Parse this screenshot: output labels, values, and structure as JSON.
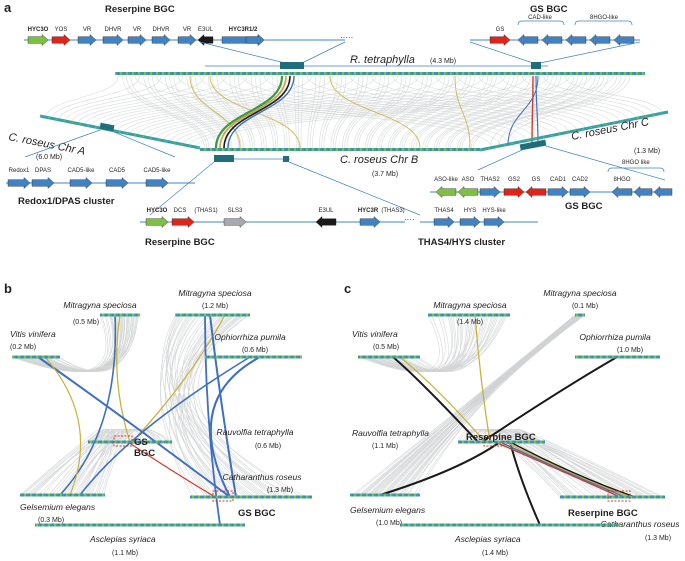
{
  "panels": [
    "a",
    "b",
    "c"
  ],
  "colors": {
    "blue_gene": "#3f83c4",
    "green_gene": "#7cc142",
    "red_gene": "#e2231a",
    "black_gene": "#1a1a1a",
    "grey_gene": "#a8a9ad",
    "chromosome": "#37a0a6",
    "bgc_block": "#1f6f7a",
    "synteny_grey": "#d0d2d3",
    "synteny_yellow": "#c8b23a",
    "synteny_blue": "#3f6fc0",
    "synteny_red": "#d23b2e"
  },
  "panel_a": {
    "top_bgc": {
      "title": "Reserpine BGC",
      "genes": [
        {
          "label": "HYC3O",
          "bold": true,
          "color": "green",
          "dir": "right"
        },
        {
          "label": "YOS",
          "bold": false,
          "color": "red",
          "dir": "right"
        },
        {
          "label": "VR",
          "bold": false,
          "color": "blue",
          "dir": "right"
        },
        {
          "label": "DHVR",
          "bold": false,
          "color": "blue",
          "dir": "right"
        },
        {
          "label": "VR",
          "bold": false,
          "color": "blue",
          "dir": "right"
        },
        {
          "label": "DHVR",
          "bold": false,
          "color": "blue",
          "dir": "right"
        },
        {
          "label": "VR",
          "bold": false,
          "color": "blue",
          "dir": "right"
        },
        {
          "label": "E3UL",
          "bold": false,
          "color": "black",
          "dir": "left"
        },
        {
          "label": "HYC3R1/2",
          "bold": true,
          "color": "blue",
          "dir": "right"
        }
      ]
    },
    "gs_bgc_top": {
      "title": "GS BGC",
      "genes": [
        "GS",
        "CAD-like",
        "8HGO-like"
      ]
    },
    "rt_label": "R. tetraphylla",
    "rt_size": "(4.3 Mb)",
    "chrA_label": "C. roseus Chr A",
    "chrA_size": "(6.0 Mb)",
    "chrB_label": "C. roseus Chr B",
    "chrB_size": "(3.7 Mb)",
    "chrC_label": "C. roseus Chr C",
    "chrC_size": "(1.3 Mb)",
    "redox_cluster": {
      "title": "Redox1/DPAS cluster",
      "genes": [
        "Redox1",
        "DPAS",
        "CAD5-like",
        "CAD5",
        "CAD5-like"
      ]
    },
    "gs_bgc_right": {
      "title": "GS BGC",
      "genes": [
        "ASO-like",
        "ASO",
        "THAS2",
        "GS2",
        "GS",
        "CAD1",
        "CAD2",
        "8HGO"
      ],
      "bracket_label": "8HGO like"
    },
    "bottom_bgc": {
      "title": "Reserpine BGC",
      "genes": [
        "HYC3O",
        "DCS",
        "(THAS1)",
        "SLS3",
        "E3UL",
        "HYC3R",
        "(THAS3)"
      ]
    },
    "thas_cluster": {
      "title": "THAS4/HYS cluster",
      "genes": [
        "THAS4",
        "HYS",
        "HYS-like"
      ]
    }
  },
  "panel_b": {
    "species": [
      {
        "name": "Mitragyna speciosa",
        "size": "(0.5 Mb)"
      },
      {
        "name": "Mitragyna speciosa",
        "size": "(1.2 Mb)"
      },
      {
        "name": "Vitis vinifera",
        "size": "(0.2 Mb)"
      },
      {
        "name": "Ophiorrhiza pumila",
        "size": "(0.6 Mb)"
      },
      {
        "name": "Rauvolfia tetraphylla",
        "size": "(0.6 Mb)"
      },
      {
        "name": "Catharanthus roseus",
        "size": "(1.3 Mb)"
      },
      {
        "name": "Gelsemium elegans",
        "size": "(0.3 Mb)"
      },
      {
        "name": "Asclepias syriaca",
        "size": "(1.1 Mb)"
      }
    ],
    "center_label": "GS BGC",
    "right_label": "GS BGC"
  },
  "panel_c": {
    "species": [
      {
        "name": "Mitragyna speciosa",
        "size": "(1.4 Mb)"
      },
      {
        "name": "Mitragyna speciosa",
        "size": "(0.1 Mb)"
      },
      {
        "name": "Vitis vinifera",
        "size": "(0.5 Mb)"
      },
      {
        "name": "Ophiorrhiza pumila",
        "size": "(1.0 Mb)"
      },
      {
        "name": "Rauvolfia tetraphylla",
        "size": "(1.1 Mb)"
      },
      {
        "name": "Gelsemium elegans",
        "size": "(1.0 Mb)"
      },
      {
        "name": "Catharanthus roseus",
        "size": "(1.3 Mb)"
      },
      {
        "name": "Asclepias syriaca",
        "size": "(1.4 Mb)"
      }
    ],
    "center_label": "Reserpine BGC",
    "right_label": "Reserpine BGC"
  }
}
